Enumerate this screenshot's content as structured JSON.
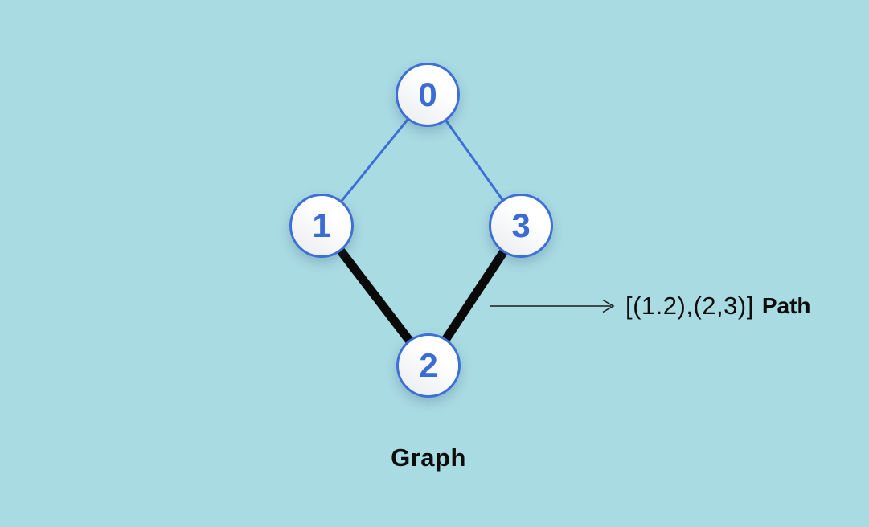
{
  "diagram": {
    "title": "Graph",
    "background_color": "#a9dbe3",
    "nodes": [
      {
        "id": "0",
        "label": "0",
        "position": "top"
      },
      {
        "id": "1",
        "label": "1",
        "position": "middle-left"
      },
      {
        "id": "3",
        "label": "3",
        "position": "middle-right"
      },
      {
        "id": "2",
        "label": "2",
        "position": "bottom"
      }
    ],
    "edges": [
      {
        "from": "0",
        "to": "1",
        "style": "thin-blue"
      },
      {
        "from": "0",
        "to": "3",
        "style": "thin-blue"
      },
      {
        "from": "1",
        "to": "2",
        "style": "thick-black"
      },
      {
        "from": "3",
        "to": "2",
        "style": "thick-black"
      }
    ],
    "annotation": {
      "tuple_text": "[(1.2),(2,3)]",
      "label": "Path"
    },
    "colors": {
      "node_border": "#3d6fd6",
      "node_text": "#3a6cd4",
      "edge_blue": "#3d6fd6",
      "edge_black": "#0a0a0a",
      "background": "#a9dbe3"
    }
  }
}
